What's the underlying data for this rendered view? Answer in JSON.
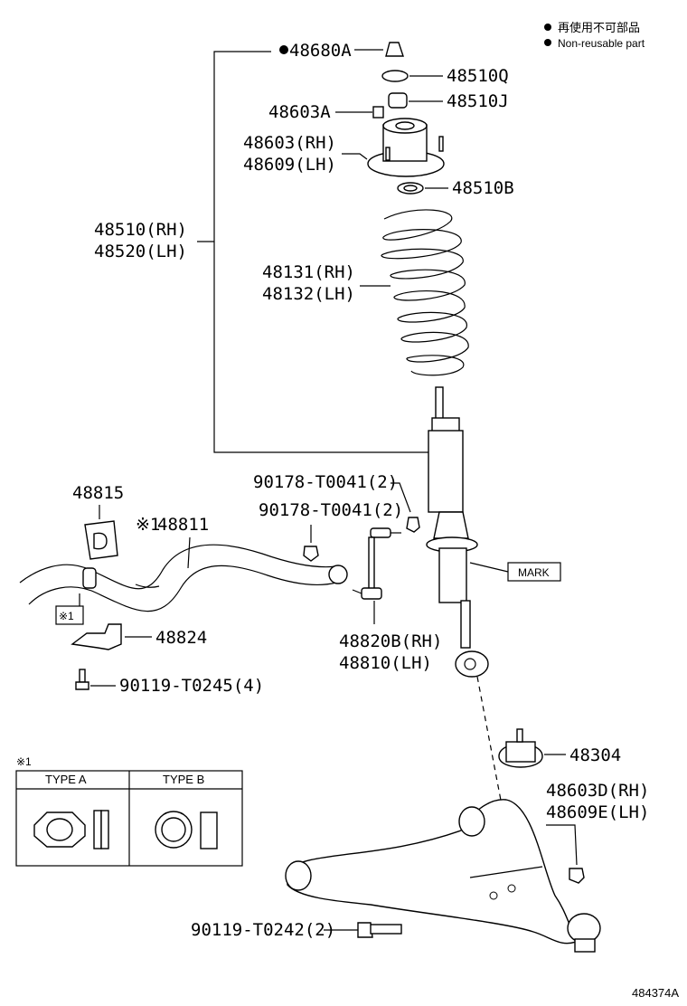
{
  "legend": {
    "ja": "再使用不可部品",
    "en": "Non-reusable part"
  },
  "labels": {
    "p48680A": "48680A",
    "p48510Q": "48510Q",
    "p48510J": "48510J",
    "p48603A": "48603A",
    "p48603": "48603(RH)",
    "p48609": "48609(LH)",
    "p48510B": "48510B",
    "p48510": "48510(RH)",
    "p48520": "48520(LH)",
    "p48131": "48131(RH)",
    "p48132": "48132(LH)",
    "p90178a": "90178-T0041(2)",
    "p90178b": "90178-T0041(2)",
    "p48815": "48815",
    "p48811": "48811",
    "p48811_mark": "※1",
    "mark": "MARK",
    "p48824": "48824",
    "p48820B": "48820B(RH)",
    "p48810": "48810(LH)",
    "p90119a": "90119-T0245(4)",
    "note1": "※1",
    "p48304": "48304",
    "p48603D": "48603D(RH)",
    "p48609E": "48609E(LH)",
    "p90119b": "90119-T0242(2)",
    "figure_id": "484374A"
  },
  "type_table": {
    "note": "※1",
    "headers": [
      "TYPE A",
      "TYPE B"
    ]
  },
  "colors": {
    "line": "#000000",
    "background": "#ffffff"
  }
}
